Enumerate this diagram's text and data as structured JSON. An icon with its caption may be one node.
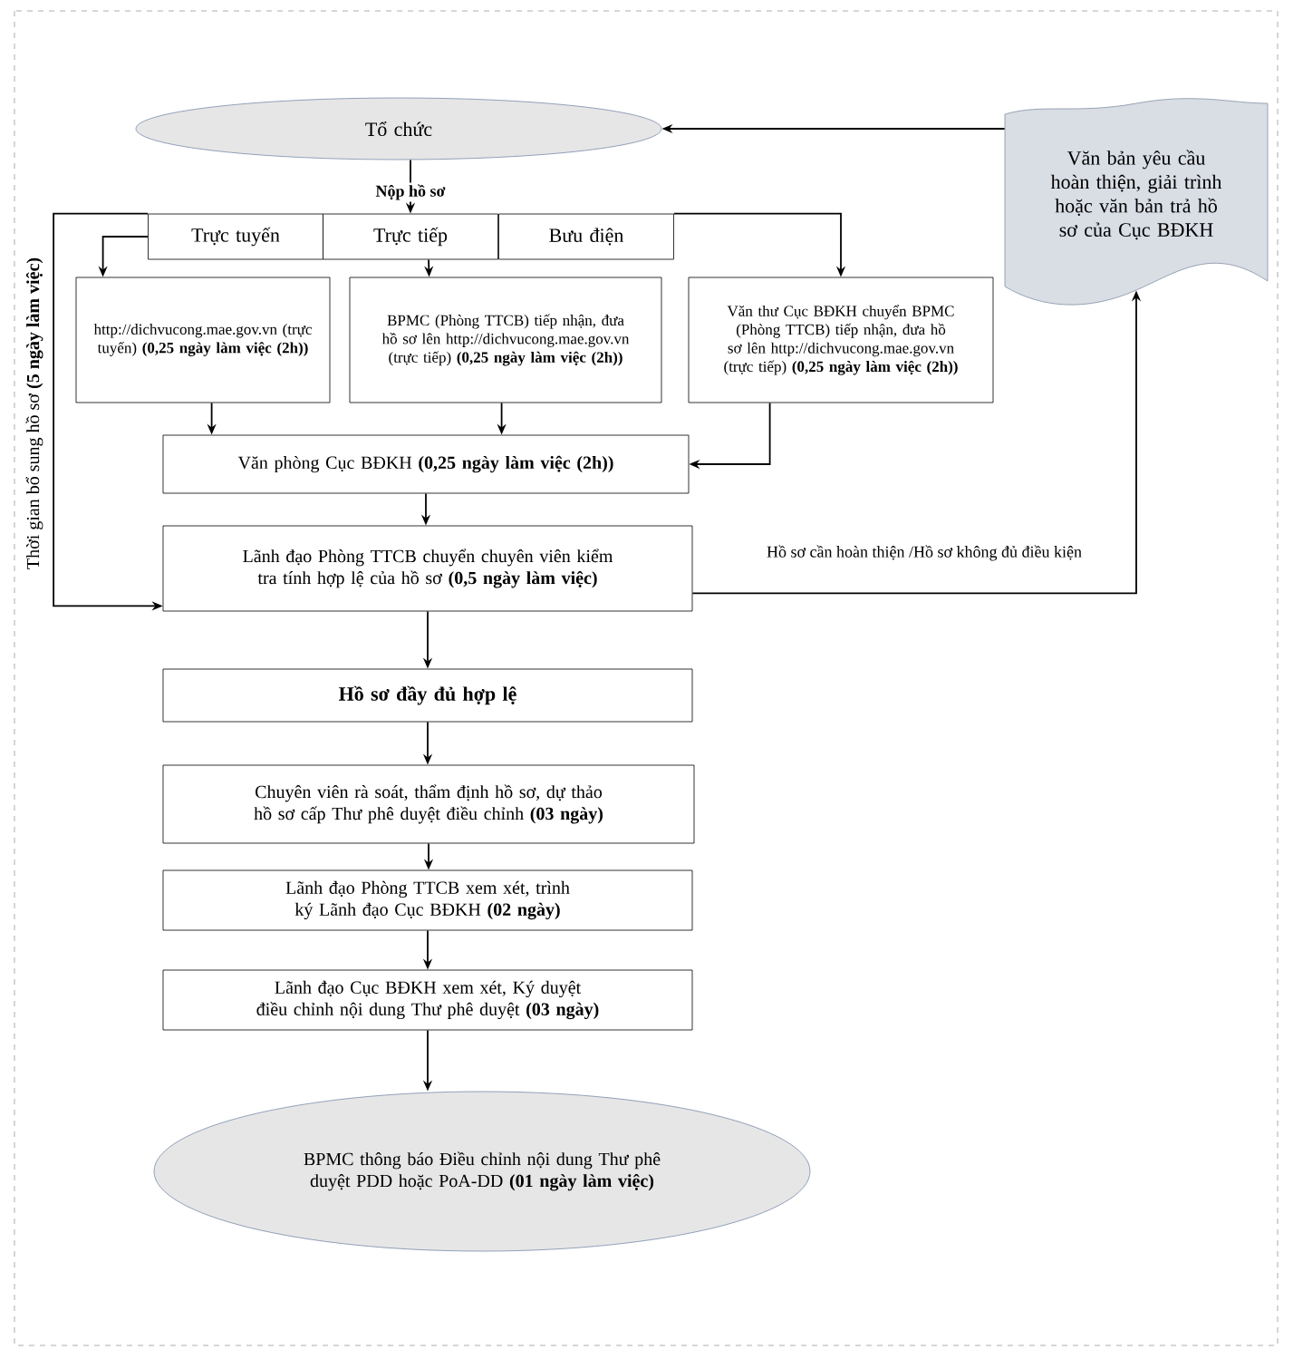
{
  "diagram": {
    "nodes": [
      {
        "text": [
          "Tổ chức"
        ]
      },
      {
        "text": [
          "Văn bản yêu cầu hoàn thiện, giải trình hoặc văn bản trả hồ sơ của Cục BĐKH"
        ]
      },
      {
        "text": [
          "Trực tuyến"
        ]
      },
      {
        "text": [
          "Trực tiếp"
        ]
      },
      {
        "text": [
          "Bưu điện"
        ]
      },
      {
        "text": [
          "http://dichvucong.mae.gov.vn (trực tuyến) **(0,25 ngày làm việc (2h))**"
        ]
      },
      {
        "text": [
          "BPMC (Phòng TTCB) tiếp nhận, đưa hồ sơ lên http://dichvucong.mae.gov.vn (trực tiếp) **(0,25 ngày làm việc (2h))**"
        ]
      },
      {
        "text": [
          "Văn thư Cục BĐKH chuyển BPMC (Phòng TTCB) tiếp nhận, đưa hồ sơ lên http://dichvucong.mae.gov.vn (trực tiếp) **(0,25 ngày làm việc (2h))**"
        ]
      },
      {
        "text": [
          "Văn phòng Cục BĐKH **(0,25 ngày làm việc (2h))**"
        ]
      },
      {
        "text": [
          "Lãnh đạo Phòng TTCB chuyển chuyên viên kiểm tra tính hợp lệ của hồ sơ **(0,5 ngày làm việc)**"
        ]
      },
      {
        "text": [
          "Hồ sơ đầy đủ hợp lệ"
        ]
      },
      {
        "text": [
          "Chuyên viên rà soát, thẩm định hồ sơ, dự thảo hồ sơ cấp Thư phê duyệt điều chỉnh **(03 ngày)**"
        ]
      },
      {
        "text": [
          "Lãnh đạo Phòng TTCB xem xét, trình ký Lãnh đạo Cục BĐKH **(02 ngày)**"
        ]
      },
      {
        "text": [
          "Lãnh đạo Cục BĐKH xem xét, Ký duyệt điều chỉnh nội dung Thư phê duyệt **(03 ngày)**"
        ]
      },
      {
        "text": [
          "BPMC thông báo Điều chỉnh nội dung Thư phê duyệt PDD hoặc PoA-DD **(01 ngày làm việc)**"
        ]
      }
    ],
    "edges": [
      {
        "from": 0,
        "to": 3,
        "arrow": "to",
        "label": "Nộp hồ sơ"
      },
      {
        "from": 2,
        "to": 5,
        "arrow": "to"
      },
      {
        "from": 3,
        "to": 6,
        "arrow": "to"
      },
      {
        "from": 4,
        "to": 7,
        "arrow": "to"
      },
      {
        "from": 5,
        "to": 8,
        "arrow": "to"
      },
      {
        "from": 6,
        "to": 8,
        "arrow": "to"
      },
      {
        "from": 7,
        "to": 8,
        "arrow": "to"
      },
      {
        "from": 8,
        "to": 9,
        "arrow": "to"
      },
      {
        "from": 9,
        "to": 1,
        "arrow": "to",
        "label": "Hồ sơ cần hoàn thiện /Hồ sơ không đủ điều kiện"
      },
      {
        "from": 1,
        "to": 0,
        "arrow": "to"
      },
      {
        "from": 9,
        "to": 10,
        "arrow": "to"
      },
      {
        "from": 10,
        "to": 11,
        "arrow": "to"
      },
      {
        "from": 11,
        "to": 12,
        "arrow": "to"
      },
      {
        "from": 12,
        "to": 13,
        "arrow": "to"
      },
      {
        "from": 13,
        "to": 14,
        "arrow": "to"
      },
      {
        "from": 2,
        "to": 9,
        "arrow": "to",
        "label": "Thời gian bổ sung hồ sơ **(5 ngày làm việc)**"
      }
    ]
  }
}
